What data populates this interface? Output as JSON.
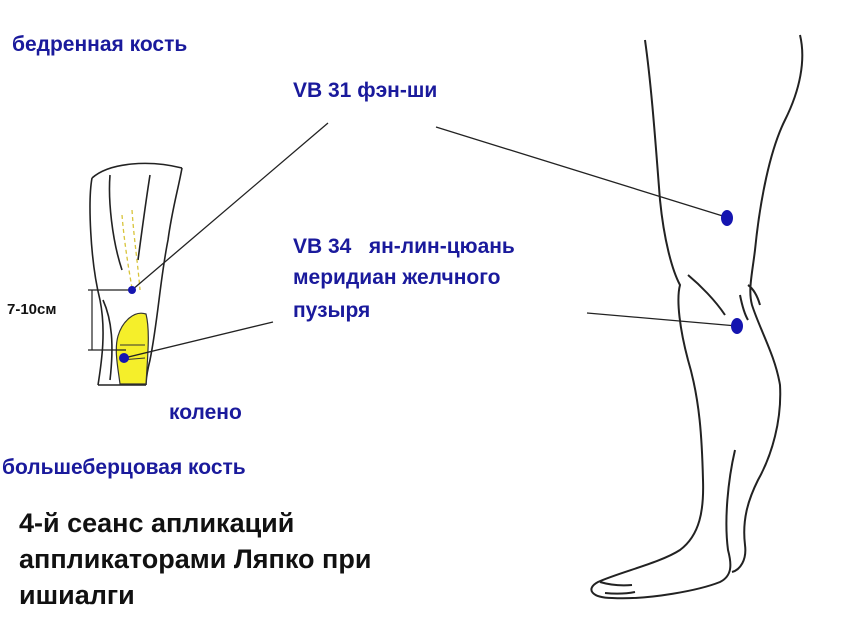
{
  "labels": {
    "femur": "бедренная кость",
    "point_vb31": "VB 31 фэн-ши",
    "point_vb34_line1": "VB 34   ян-лин-цюань",
    "point_vb34_line2": "меридиан желчного",
    "point_vb34_line3": "пузыря",
    "knee": "колено",
    "tibia": "большеберцовая кость",
    "distance": "7-10см"
  },
  "caption": {
    "line1": "4-й сеанс апликаций",
    "line2": "аппликаторами Ляпко при",
    "line3": "ишиалги"
  },
  "colors": {
    "label_blue": "#1a1a9c",
    "point_blue": "#1515b0",
    "bone_yellow": "#f5ef2a",
    "caption_black": "#111111"
  }
}
